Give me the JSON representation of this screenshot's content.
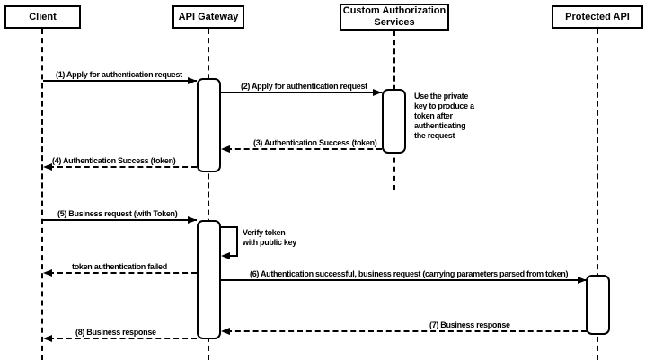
{
  "diagram": {
    "type": "sequence",
    "colors": {
      "line": "#000000",
      "fill": "#ffffff",
      "text": "#000000",
      "background": "#ffffff"
    },
    "participants": [
      {
        "label": "Client"
      },
      {
        "label": "API Gateway"
      },
      {
        "label": "Custom Authorization\nServices"
      },
      {
        "label": "Protected API"
      }
    ],
    "messages": [
      {
        "label": "(1) Apply for authentication request",
        "from": "Client",
        "to": "API Gateway",
        "line": "solid"
      },
      {
        "label": "(2) Apply for authentication request",
        "from": "API Gateway",
        "to": "Custom Authorization Services",
        "line": "solid"
      },
      {
        "label": "(3) Authentication Success (token)",
        "from": "Custom Authorization Services",
        "to": "API Gateway",
        "line": "dashed"
      },
      {
        "label": "(4) Authentication Success (token)",
        "from": "API Gateway",
        "to": "Client",
        "line": "dashed"
      },
      {
        "label": "(5) Business request (with Token)",
        "from": "Client",
        "to": "API Gateway",
        "line": "solid"
      },
      {
        "label": "Verify token\nwith public key",
        "from": "API Gateway",
        "to": "API Gateway",
        "line": "self"
      },
      {
        "label": "token authentication failed",
        "from": "API Gateway",
        "to": "Client",
        "line": "dashed"
      },
      {
        "label": "(6) Authentication successful, business request (carrying parameters parsed from token)",
        "from": "API Gateway",
        "to": "Protected API",
        "line": "solid"
      },
      {
        "label": "(7) Business response",
        "from": "Protected API",
        "to": "API Gateway",
        "line": "dashed"
      },
      {
        "label": "(8) Business response",
        "from": "API Gateway",
        "to": "Client",
        "line": "dashed"
      }
    ],
    "notes": [
      {
        "label": "Use the private\nkey to produce a\ntoken after\nauthenticating\nthe request",
        "attached_to": "Custom Authorization Services"
      }
    ]
  }
}
